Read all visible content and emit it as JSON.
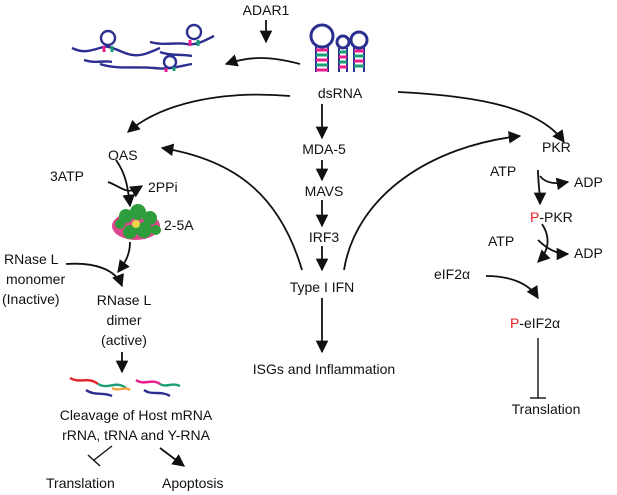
{
  "nodes": {
    "adar1": "ADAR1",
    "dsrna": "dsRNA",
    "oas": "OAS",
    "atp3": "3ATP",
    "ppi2": "2PPi",
    "a25": "2-5A",
    "rnasel_mono_1": "RNase L",
    "rnasel_mono_2": "monomer",
    "rnasel_mono_3": "(Inactive)",
    "rnasel_dimer_1": "RNase L",
    "rnasel_dimer_2": "dimer",
    "rnasel_dimer_3": "(active)",
    "cleavage_1": "Cleavage of Host mRNA",
    "cleavage_2": "rRNA, tRNA and Y-RNA",
    "translation_left": "Translation",
    "apoptosis": "Apoptosis",
    "mda5": "MDA-5",
    "mavs": "MAVS",
    "irf3": "IRF3",
    "type1ifn": "Type I IFN",
    "isgs": "ISGs and Inflammation",
    "pkr": "PKR",
    "atp_1": "ATP",
    "adp_1": "ADP",
    "p_pkr_prefix": "P",
    "p_pkr_rest": "-PKR",
    "atp_2": "ATP",
    "adp_2": "ADP",
    "eif2a": "eIF2α",
    "p_eif2a_prefix": "P",
    "p_eif2a_rest": "-eIF2α",
    "translation_right": "Translation"
  },
  "colors": {
    "phospho": "#e31e24",
    "rna_strand": "#2b2f8f",
    "rna_pair_a": "#e91e8c",
    "rna_pair_b": "#1a9e77",
    "protein_green": "#2e9e3c",
    "protein_red": "#d6287a"
  }
}
